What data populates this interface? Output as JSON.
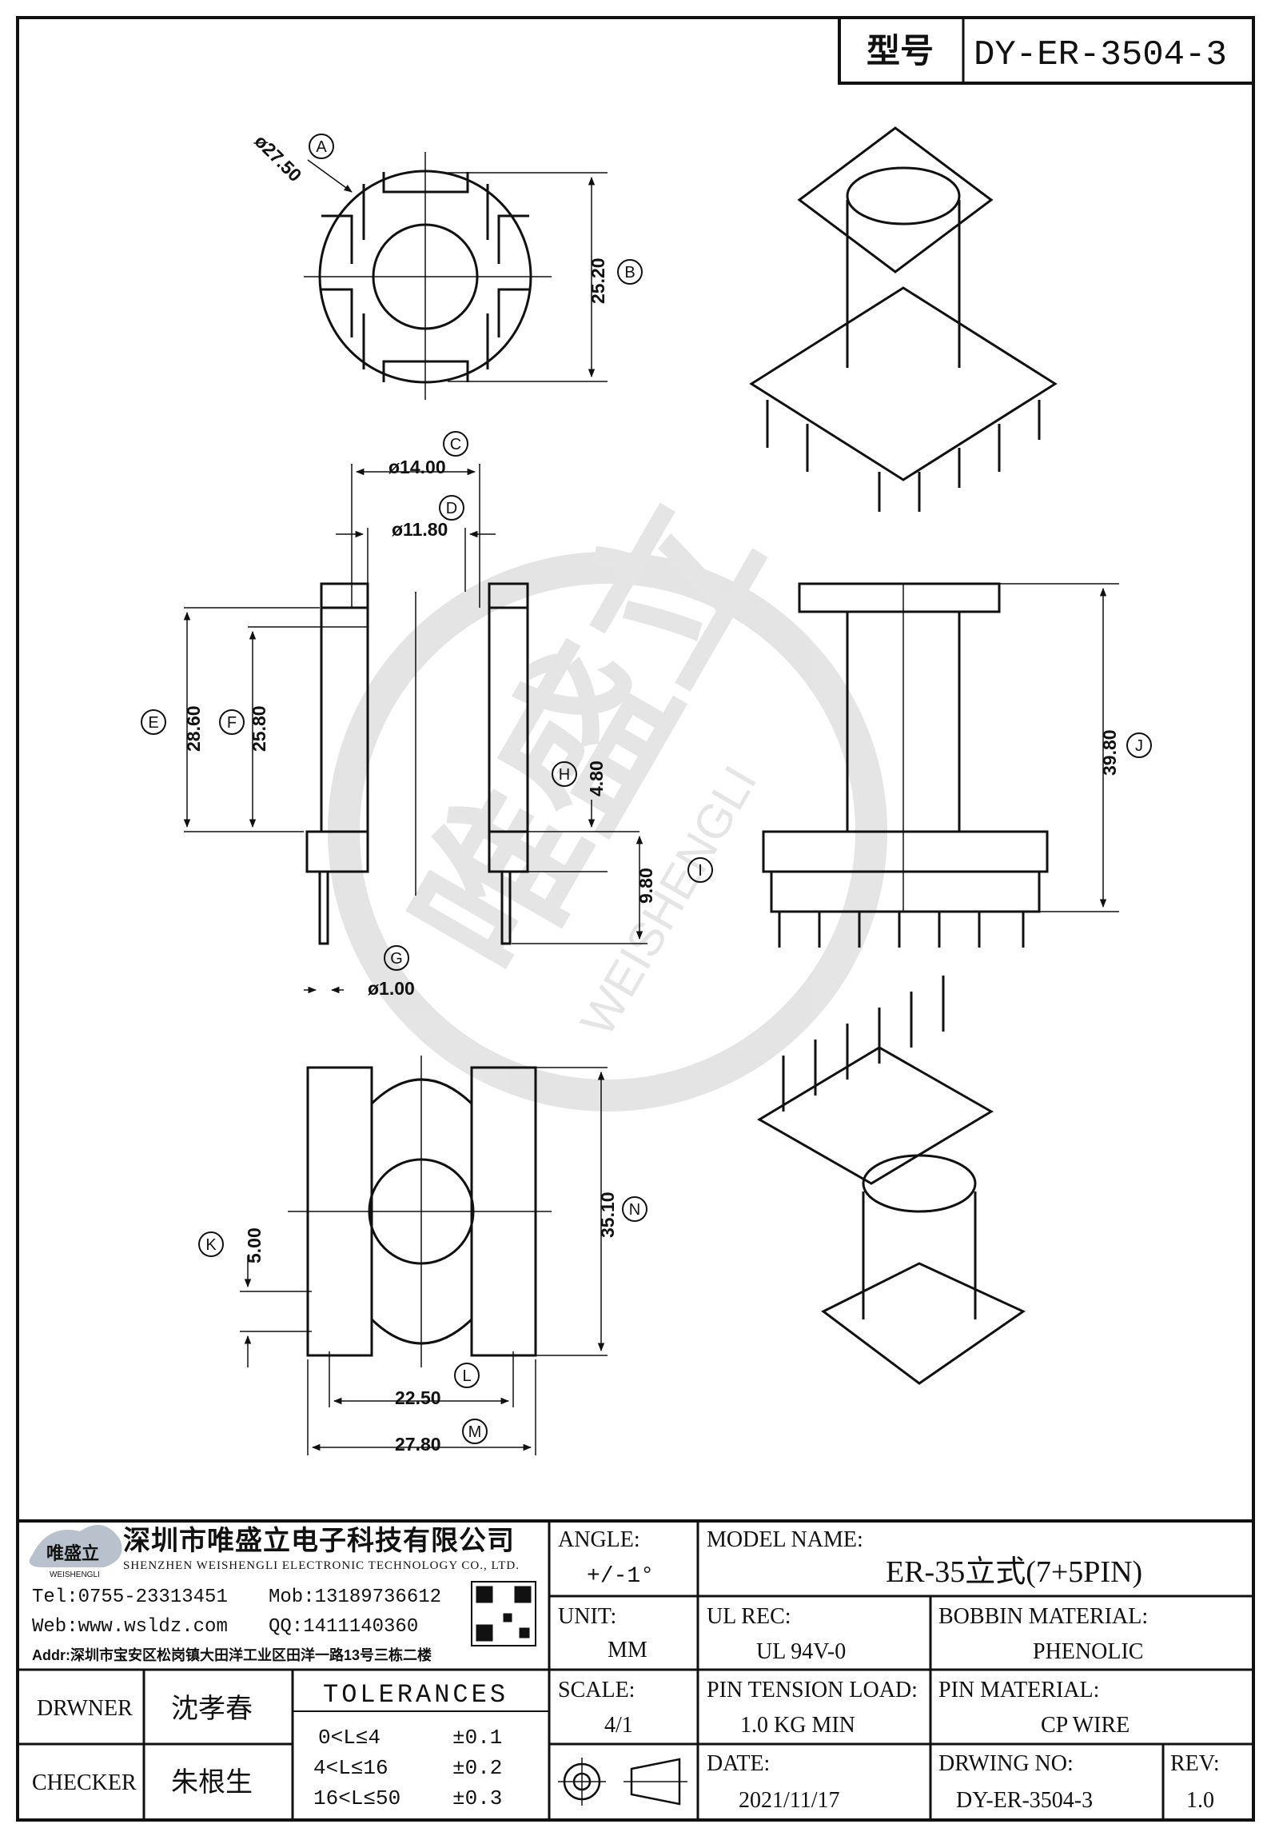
{
  "header": {
    "model_label": "型号",
    "model_value": "DY-ER-3504-3"
  },
  "dimensions": {
    "A": "ø27.50",
    "B": "25.20",
    "C": "ø14.00",
    "D": "ø11.80",
    "E": "28.60",
    "F": "25.80",
    "G": "ø1.00",
    "H": "4.80",
    "I": "9.80",
    "J": "39.80",
    "K": "5.00",
    "L": "22.50",
    "M": "27.80",
    "N": "35.10"
  },
  "company": {
    "logo_text": "唯盛立",
    "logo_sub": "WEISHENGLI",
    "name_cn": "深圳市唯盛立电子科技有限公司",
    "name_en": "SHENZHEN WEISHENGLI ELECTRONIC TECHNOLOGY CO., LTD.",
    "tel": "Tel:0755-23313451",
    "mob": "Mob:13189736612",
    "web": "Web:www.wsldz.com",
    "qq": "QQ:1411140360",
    "addr": "Addr:深圳市宝安区松岗镇大田洋工业区田洋一路13号三栋二楼"
  },
  "watermark": {
    "cn": "唯盛立",
    "en": "WEISHENGLI"
  },
  "people": {
    "drawer_label": "DRWNER",
    "drawer_name": "沈孝春",
    "checker_label": "CHECKER",
    "checker_name": "朱根生"
  },
  "tolerances": {
    "title": "TOLERANCES",
    "rows": [
      {
        "range": "0<L≤4",
        "value": "±0.1"
      },
      {
        "range": "4<L≤16",
        "value": "±0.2"
      },
      {
        "range": "16<L≤50",
        "value": "±0.3"
      }
    ]
  },
  "angle": {
    "label": "ANGLE:",
    "value": "+/-1°"
  },
  "unit": {
    "label": "UNIT:",
    "value": "MM"
  },
  "scale": {
    "label": "SCALE:",
    "value": "4/1"
  },
  "model_name": {
    "label": "MODEL NAME:",
    "value": "ER-35立式(7+5PIN)"
  },
  "ul_rec": {
    "label": "UL REC:",
    "value": "UL 94V-0"
  },
  "bobbin_material": {
    "label": "BOBBIN MATERIAL:",
    "value": "PHENOLIC"
  },
  "pin_tension": {
    "label": "PIN TENSION LOAD:",
    "value": "1.0 KG MIN"
  },
  "pin_material": {
    "label": "PIN MATERIAL:",
    "value": "CP WIRE"
  },
  "date": {
    "label": "DATE:",
    "value": "2021/11/17"
  },
  "drawing_no": {
    "label": "DRWING NO:",
    "value": "DY-ER-3504-3"
  },
  "rev": {
    "label": "REV:",
    "value": "1.0"
  }
}
